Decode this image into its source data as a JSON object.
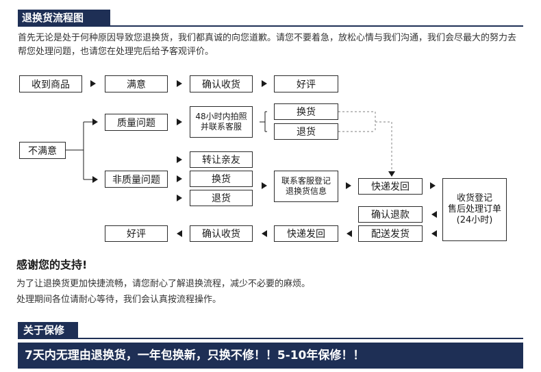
{
  "header": {
    "title": "退换货流程图"
  },
  "intro": "首先无论是处于何种原因导致您退换货，我们都真诚的向您道歉。请您不要着急，放松心情与我们沟通，我们会尽最大的努力去帮您处理问题，也请您在处理完后给予客观评价。",
  "flow": {
    "received": "收到商品",
    "satisfied": "满意",
    "confirm_top": "确认收货",
    "good_top": "好评",
    "unsatisfied": "不满意",
    "quality_issue": "质量问题",
    "photo_line1": "48小时内拍照",
    "photo_line2": "并联系客服",
    "exchange_top": "换货",
    "return_top": "退货",
    "non_quality": "非质量问题",
    "transfer": "转让亲友",
    "exchange_mid": "换货",
    "return_mid": "退货",
    "register_line1": "联系客服登记",
    "register_line2": "退换货信息",
    "express_back": "快递发回",
    "receive_line1": "收货登记",
    "receive_line2": "售后处理订单",
    "receive_line3": "(24小时)",
    "confirm_refund": "确认退款",
    "ship": "配送发货",
    "express_return": "快递发回",
    "confirm_bottom": "确认收货",
    "good_bottom": "好评"
  },
  "thanks": {
    "title": "感谢您的支持!",
    "line1": "为了让退换货更加快捷流畅，请您耐心了解退换流程，减少不必要的麻烦。",
    "line2": "处理期间各位请耐心等待，我们会认真按流程操作。"
  },
  "warranty": {
    "title": "关于保修",
    "banner": "7天内无理由退换货，一年包换新，只换不修！！5-10年保修！！"
  }
}
